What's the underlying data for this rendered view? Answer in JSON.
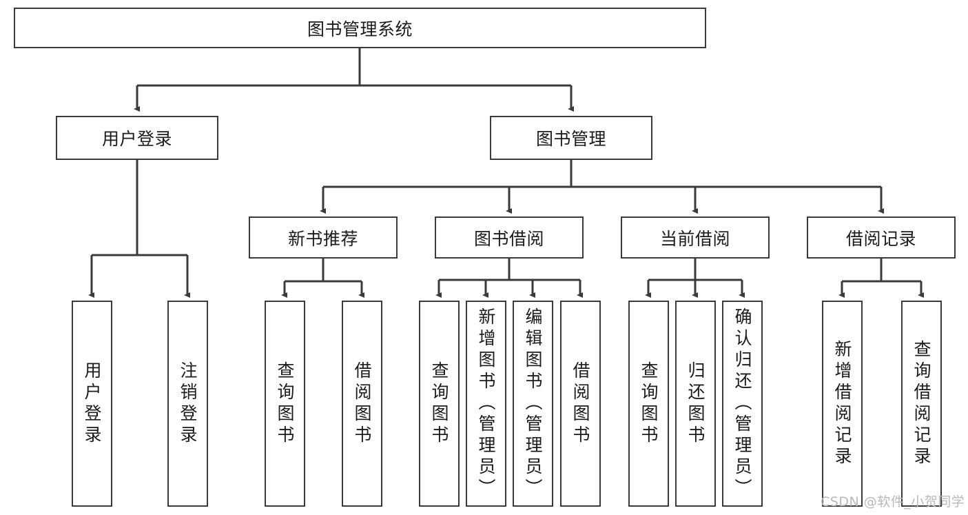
{
  "diagram": {
    "type": "hierarchy-tree",
    "title": "图书管理系统",
    "root": {
      "id": "root",
      "label": "图书管理系统",
      "orientation": "horizontal"
    },
    "level2": [
      {
        "id": "user-login",
        "label": "用户登录",
        "orientation": "horizontal"
      },
      {
        "id": "book-management",
        "label": "图书管理",
        "orientation": "horizontal"
      }
    ],
    "level3": [
      {
        "id": "new-book-recommend",
        "label": "新书推荐",
        "orientation": "horizontal",
        "parent": "book-management"
      },
      {
        "id": "book-borrow",
        "label": "图书借阅",
        "orientation": "horizontal",
        "parent": "book-management"
      },
      {
        "id": "current-borrow",
        "label": "当前借阅",
        "orientation": "horizontal",
        "parent": "book-management"
      },
      {
        "id": "borrow-record",
        "label": "借阅记录",
        "orientation": "horizontal",
        "parent": "book-management"
      }
    ],
    "leaves": [
      {
        "id": "leaf-user-login",
        "label": "用户登录",
        "orientation": "vertical",
        "parent": "user-login"
      },
      {
        "id": "leaf-logout-login",
        "label": "注销登录",
        "orientation": "vertical",
        "parent": "user-login"
      },
      {
        "id": "leaf-query-book-1",
        "label": "查询图书",
        "orientation": "vertical",
        "parent": "new-book-recommend"
      },
      {
        "id": "leaf-borrow-book-1",
        "label": "借阅图书",
        "orientation": "vertical",
        "parent": "new-book-recommend"
      },
      {
        "id": "leaf-query-book-2",
        "label": "查询图书",
        "orientation": "vertical",
        "parent": "book-borrow"
      },
      {
        "id": "leaf-add-book",
        "label": "新增图书（管理员）",
        "orientation": "vertical",
        "parent": "book-borrow"
      },
      {
        "id": "leaf-edit-book",
        "label": "编辑图书（管理员）",
        "orientation": "vertical",
        "parent": "book-borrow"
      },
      {
        "id": "leaf-borrow-book-2",
        "label": "借阅图书",
        "orientation": "vertical",
        "parent": "book-borrow"
      },
      {
        "id": "leaf-query-book-3",
        "label": "查询图书",
        "orientation": "vertical",
        "parent": "current-borrow"
      },
      {
        "id": "leaf-return-book",
        "label": "归还图书",
        "orientation": "vertical",
        "parent": "current-borrow"
      },
      {
        "id": "leaf-confirm-return",
        "label": "确认归还（管理员）",
        "orientation": "vertical",
        "parent": "current-borrow"
      },
      {
        "id": "leaf-add-record",
        "label": "新增借阅记录",
        "orientation": "vertical",
        "parent": "borrow-record"
      },
      {
        "id": "leaf-query-record",
        "label": "查询借阅记录",
        "orientation": "vertical",
        "parent": "borrow-record"
      }
    ],
    "colors": {
      "stroke": "#3a3a3a",
      "fill": "#ffffff",
      "text": "#1b1b1b",
      "watermark": "#b9b9b9"
    }
  },
  "watermark": {
    "text": "CSDN @软件_小贺同学"
  }
}
